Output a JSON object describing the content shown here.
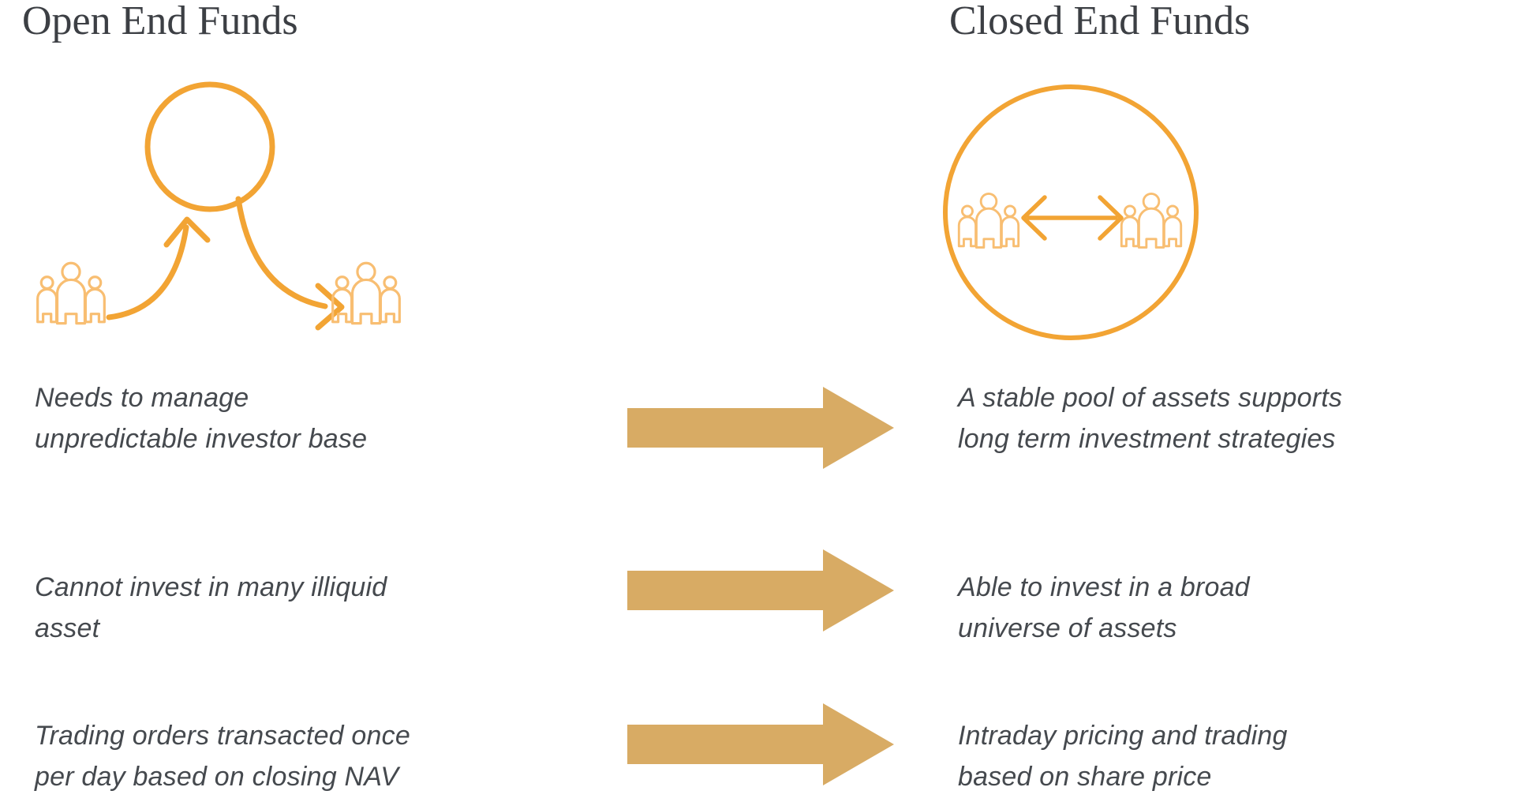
{
  "diagram": {
    "left_column": {
      "title": "Open End Funds",
      "icon": "fund-inflow-outflow-icon"
    },
    "right_column": {
      "title": "Closed End Funds",
      "icon": "stable-investor-pool-icon"
    },
    "rows": [
      {
        "left": [
          "Needs to manage",
          "unpredictable investor base"
        ],
        "right": [
          "A stable pool of assets supports",
          "long term investment strategies"
        ]
      },
      {
        "left": [
          "Cannot invest in many illiquid",
          "asset"
        ],
        "right": [
          "Able to invest in a broad",
          "universe of assets"
        ]
      },
      {
        "left": [
          "Trading orders transacted once",
          "per day based on closing NAV"
        ],
        "right": [
          "Intraday pricing and trading",
          "based on share price"
        ]
      }
    ]
  },
  "colors": {
    "orange": "#F2A434",
    "orange_light": "#F8BE72",
    "tan": "#D8AB64",
    "ink": "#45494E",
    "title": "#3C3F44",
    "background": "#FFFFFF"
  }
}
